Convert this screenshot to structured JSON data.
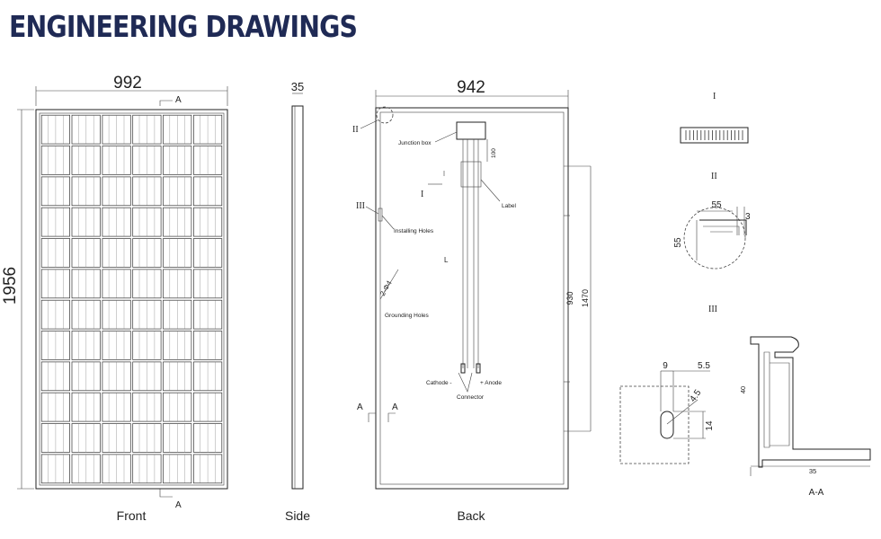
{
  "title": "ENGINEERING DRAWINGS",
  "views": {
    "front": {
      "caption": "Front",
      "width": "992",
      "height": "1956",
      "section_mark": "A"
    },
    "side": {
      "caption": "Side",
      "thickness": "35"
    },
    "back": {
      "caption": "Back",
      "width": "942",
      "length_outer": "1470",
      "length_inner": "930",
      "cable_dim": "100",
      "labels": {
        "junction_box": "Junction box",
        "label": "Label",
        "installing_holes": "Installing Holes",
        "grounding_holes": "Grounding Holes",
        "grounding_spec": "2-Φ4",
        "cathode": "Cathode -",
        "anode": "+ Anode",
        "connector": "Connector"
      },
      "callouts": {
        "i": "I",
        "ii": "II",
        "iii": "III"
      },
      "section_mark": "A"
    }
  },
  "details": {
    "i": {
      "label": "I"
    },
    "ii": {
      "label": "II",
      "dim_width": "55",
      "dim_height": "55",
      "dim_small": "3"
    },
    "iii": {
      "label": "III",
      "dim_a": "9",
      "dim_b": "5.5",
      "dim_c": "4.5",
      "dim_d": "14"
    },
    "section": {
      "label": "A-A",
      "dim_height": "40",
      "dim_width": "35"
    }
  }
}
